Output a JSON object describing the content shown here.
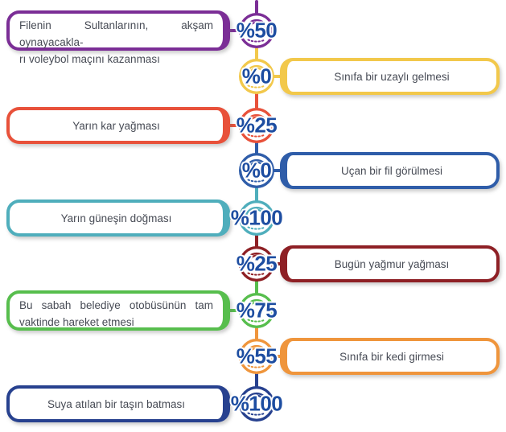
{
  "diagram": {
    "kind": "probability-events-chain",
    "percent_text_color": "#1D4DA1",
    "body_text_color": "#474B55",
    "items": [
      {
        "side": "left",
        "color": "#7B2E96",
        "percent": "%50",
        "lines": [
          "Filenin Sultanlarının, akşam oynayacakla-",
          "rı voleybol maçını kazanması"
        ]
      },
      {
        "side": "right",
        "color": "#F2C84B",
        "percent": "%0",
        "lines": [
          "Sınıfa bir uzaylı gelmesi"
        ]
      },
      {
        "side": "left",
        "color": "#E8513A",
        "percent": "%25",
        "lines": [
          "Yarın kar yağması"
        ]
      },
      {
        "side": "right",
        "color": "#2F5DA9",
        "percent": "%0",
        "lines": [
          "Uçan bir fil görülmesi"
        ]
      },
      {
        "side": "left",
        "color": "#4FAEBC",
        "percent": "%100",
        "lines": [
          "Yarın güneşin doğması"
        ]
      },
      {
        "side": "right",
        "color": "#8E2025",
        "percent": "%25",
        "lines": [
          "Bugün yağmur yağması"
        ]
      },
      {
        "side": "left",
        "color": "#57BE4D",
        "percent": "%75",
        "lines": [
          "Bu sabah belediye otobüsünün tam",
          "vaktinde hareket etmesi"
        ]
      },
      {
        "side": "right",
        "color": "#EF953C",
        "percent": "%55",
        "lines": [
          "Sınıfa bir kedi girmesi"
        ]
      },
      {
        "side": "left",
        "color": "#27418F",
        "percent": "%100",
        "lines": [
          "Suya atılan bir taşın batması"
        ]
      }
    ]
  }
}
